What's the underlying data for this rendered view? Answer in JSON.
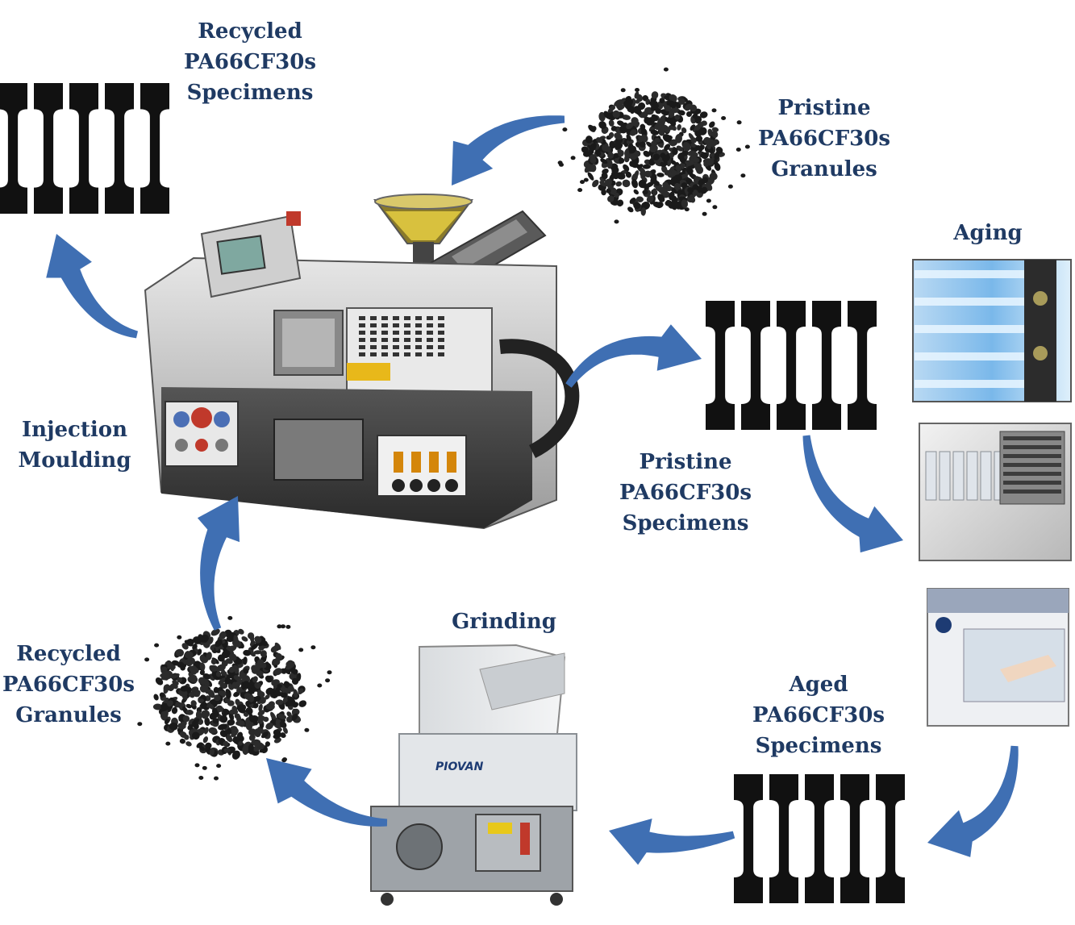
{
  "labels": {
    "recycled_specimens": [
      "Recycled",
      "PA66CF30s",
      "Specimens"
    ],
    "pristine_granules": [
      "Pristine",
      "PA66CF30s",
      "Granules"
    ],
    "aging": "Aging",
    "injection_moulding": [
      "Injection",
      "Moulding"
    ],
    "pristine_specimens": [
      "Pristine",
      "PA66CF30s",
      "Specimens"
    ],
    "grinding": "Grinding",
    "recycled_granules": [
      "Recycled",
      "PA66CF30s",
      "Granules"
    ],
    "aged_specimens": [
      "Aged",
      "PA66CF30s",
      "Specimens"
    ]
  },
  "grinder_brand": "PIOVAN",
  "colors": {
    "label_text": "#1f3a63",
    "arrow": "#3f6fb3",
    "specimen": "#111111"
  }
}
